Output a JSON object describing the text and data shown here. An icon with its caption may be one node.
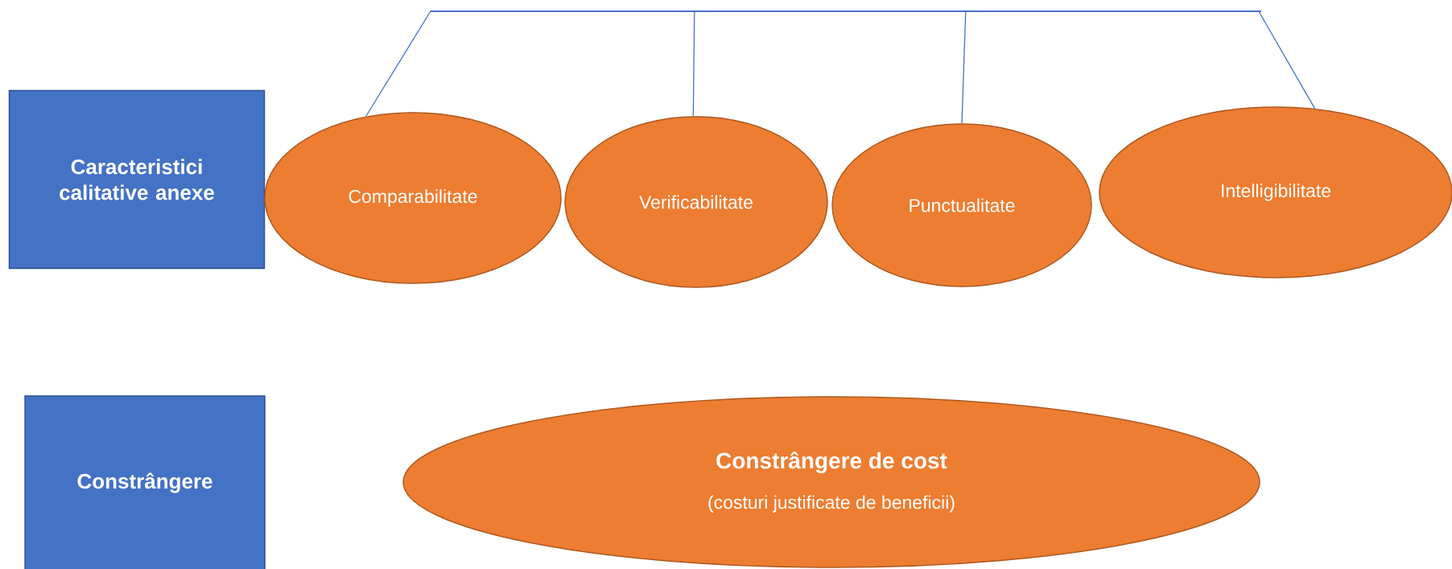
{
  "diagram": {
    "nodes": [
      {
        "text": [],
        "shape": "bar"
      },
      {
        "text": [
          "Caracteristici calitative anexe"
        ]
      },
      {
        "text": [
          "Comparabilitate"
        ]
      },
      {
        "text": [
          "Verificabilitate"
        ]
      },
      {
        "text": [
          "Punctualitate"
        ]
      },
      {
        "text": [
          "Intelligibilitate"
        ]
      },
      {
        "text": [
          "Constrângere"
        ]
      },
      {
        "text": [
          "Constrângere de cost",
          "(costuri justificate de beneficii)"
        ]
      }
    ],
    "edges": [
      {
        "from": 0,
        "to": 2,
        "arrow": "none"
      },
      {
        "from": 0,
        "to": 3,
        "arrow": "none"
      },
      {
        "from": 0,
        "to": 4,
        "arrow": "none"
      },
      {
        "from": 0,
        "to": 5,
        "arrow": "none"
      }
    ]
  }
}
